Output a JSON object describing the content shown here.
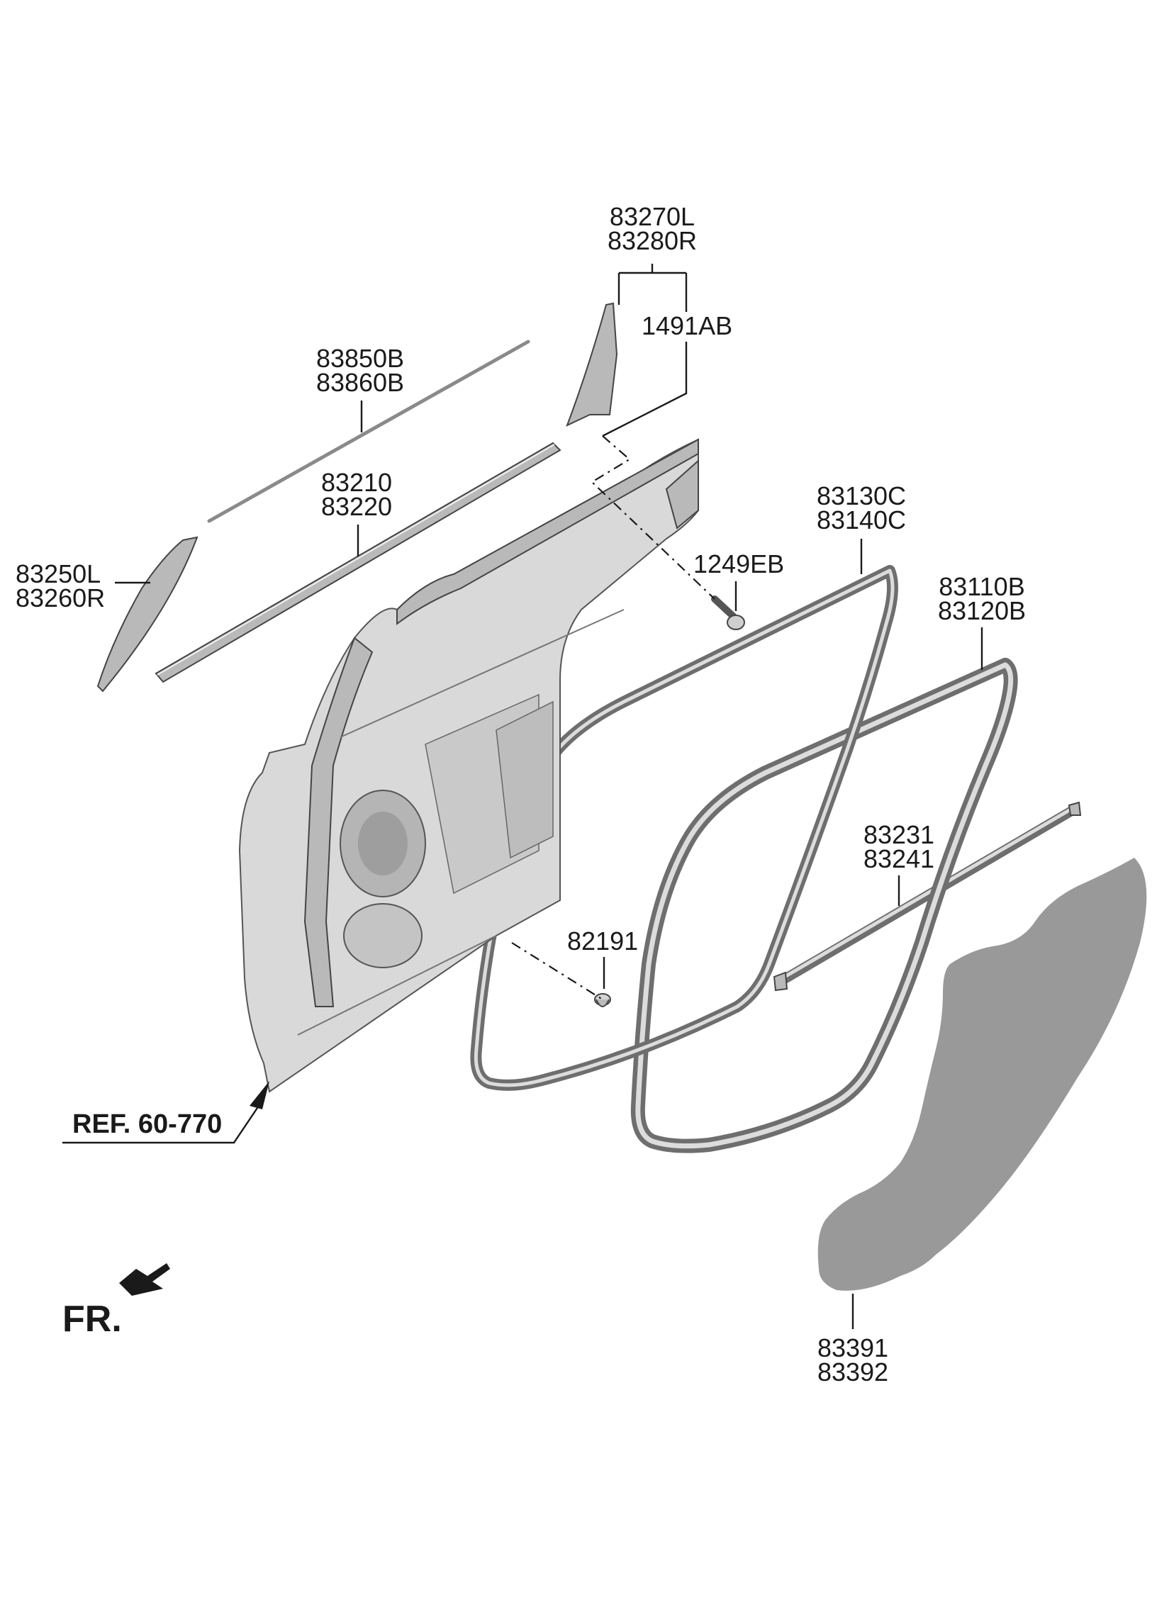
{
  "callouts": {
    "trim_upper_front_1": "83270L",
    "trim_upper_front_2": "83280R",
    "clip": "1491AB",
    "moulding_1": "83850B",
    "moulding_2": "83860B",
    "belt_1": "83210",
    "belt_2": "83220",
    "trim_rear_1": "83250L",
    "trim_rear_2": "83260R",
    "screw": "1249EB",
    "weatherstrip_door_1": "83130C",
    "weatherstrip_door_2": "83140C",
    "weatherstrip_body_1": "83110B",
    "weatherstrip_body_2": "83120B",
    "inner_belt_1": "83231",
    "inner_belt_2": "83241",
    "plug": "82191",
    "sealing_cover_1": "83391",
    "sealing_cover_2": "83392",
    "reference": "REF. 60-770",
    "front_indicator": "FR."
  },
  "colors": {
    "panel": "#d9d9d9",
    "cover": "#999999",
    "line": "#1a1a1a"
  }
}
